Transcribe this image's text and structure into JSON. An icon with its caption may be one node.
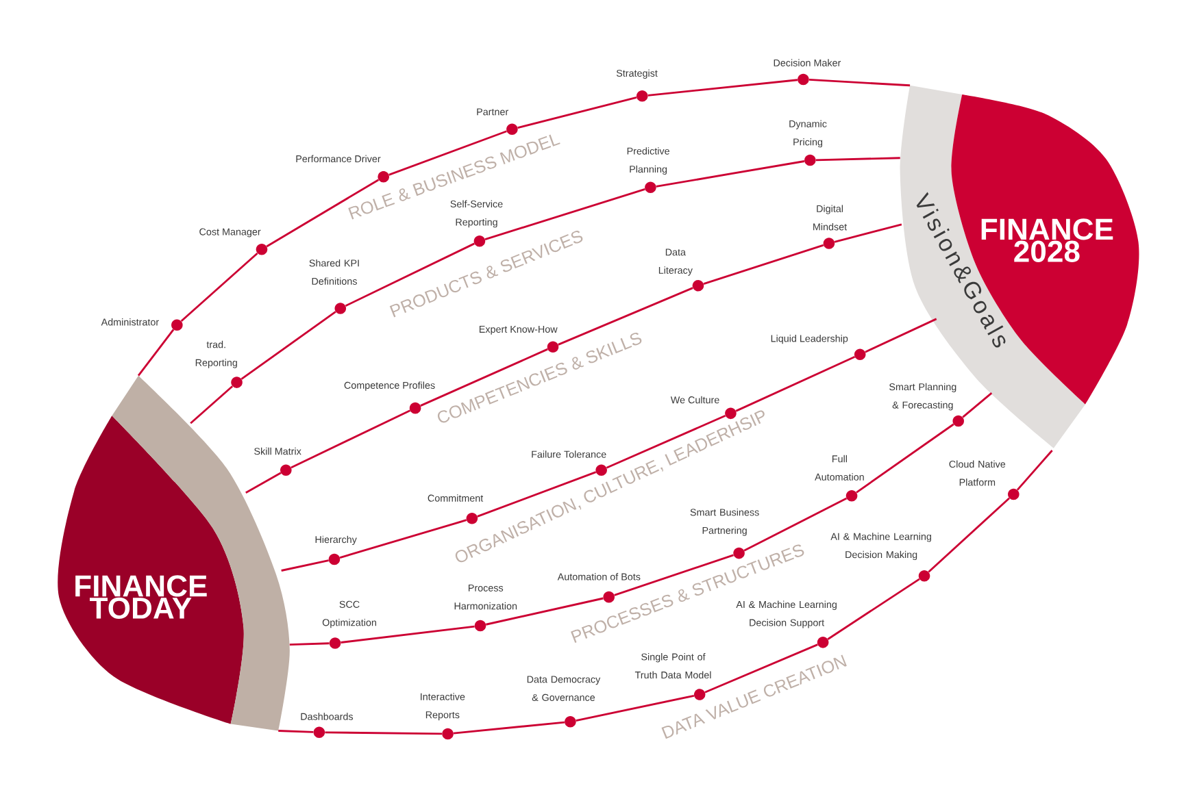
{
  "diagram": {
    "nodes": [
      {
        "text": [
          "FINANCE TODAY"
        ]
      },
      {
        "text": [],
        "shape": "band"
      },
      {
        "text": [
          "Vision&Goals"
        ]
      },
      {
        "text": [
          "FINANCE 2028"
        ]
      },
      {
        "text": [
          "Administrator"
        ]
      },
      {
        "text": [
          "Cost Manager"
        ]
      },
      {
        "text": [
          "Performance Driver"
        ]
      },
      {
        "text": [
          "Partner"
        ]
      },
      {
        "text": [
          "Strategist"
        ]
      },
      {
        "text": [
          "Decision Maker"
        ]
      },
      {
        "text": [
          "trad. Reporting"
        ]
      },
      {
        "text": [
          "Shared KPI Definitions"
        ]
      },
      {
        "text": [
          "Self-Service Reporting"
        ]
      },
      {
        "text": [
          "Predictive Planning"
        ]
      },
      {
        "text": [
          "Dynamic Pricing"
        ]
      },
      {
        "text": [
          "Skill Matrix"
        ]
      },
      {
        "text": [
          "Competence Profiles"
        ]
      },
      {
        "text": [
          "Expert Know-How"
        ]
      },
      {
        "text": [
          "Data Literacy"
        ]
      },
      {
        "text": [
          "Digital Mindset"
        ]
      },
      {
        "text": [
          "Hierarchy"
        ]
      },
      {
        "text": [
          "Commitment"
        ]
      },
      {
        "text": [
          "Failure Tolerance"
        ]
      },
      {
        "text": [
          "We Culture"
        ]
      },
      {
        "text": [
          "Liquid Leadership"
        ]
      },
      {
        "text": [
          "SCC Optimization"
        ]
      },
      {
        "text": [
          "Process Harmonization"
        ]
      },
      {
        "text": [
          "Automation of Bots"
        ]
      },
      {
        "text": [
          "Smart Business Partnering"
        ]
      },
      {
        "text": [
          "Full Automation"
        ]
      },
      {
        "text": [
          "Smart Planning & Forecasting"
        ]
      },
      {
        "text": [
          "Dashboards"
        ]
      },
      {
        "text": [
          "Interactive Reports"
        ]
      },
      {
        "text": [
          "Data Democracy & Governance"
        ]
      },
      {
        "text": [
          "Single Point of Truth Data Model"
        ]
      },
      {
        "text": [
          "AI & Machine Learning Decision Support"
        ]
      },
      {
        "text": [
          "AI & Machine Learning Decision Making"
        ]
      },
      {
        "text": [
          "Cloud Native Platform"
        ]
      }
    ],
    "edges": [
      {
        "from": 1,
        "to": 4,
        "arrow": "none"
      },
      {
        "from": 4,
        "to": 5,
        "arrow": "none"
      },
      {
        "from": 5,
        "to": 6,
        "arrow": "none"
      },
      {
        "from": 6,
        "to": 7,
        "arrow": "none"
      },
      {
        "from": 7,
        "to": 8,
        "arrow": "none"
      },
      {
        "from": 8,
        "to": 9,
        "arrow": "none"
      },
      {
        "from": 9,
        "to": 2,
        "arrow": "none"
      },
      {
        "from": 1,
        "to": 10,
        "arrow": "none"
      },
      {
        "from": 10,
        "to": 11,
        "arrow": "none"
      },
      {
        "from": 11,
        "to": 12,
        "arrow": "none"
      },
      {
        "from": 12,
        "to": 13,
        "arrow": "none"
      },
      {
        "from": 13,
        "to": 14,
        "arrow": "none"
      },
      {
        "from": 14,
        "to": 2,
        "arrow": "none"
      },
      {
        "from": 1,
        "to": 15,
        "arrow": "none"
      },
      {
        "from": 15,
        "to": 16,
        "arrow": "none"
      },
      {
        "from": 16,
        "to": 17,
        "arrow": "none"
      },
      {
        "from": 17,
        "to": 18,
        "arrow": "none"
      },
      {
        "from": 18,
        "to": 19,
        "arrow": "none"
      },
      {
        "from": 19,
        "to": 2,
        "arrow": "none"
      },
      {
        "from": 1,
        "to": 20,
        "arrow": "none"
      },
      {
        "from": 20,
        "to": 21,
        "arrow": "none"
      },
      {
        "from": 21,
        "to": 22,
        "arrow": "none"
      },
      {
        "from": 22,
        "to": 23,
        "arrow": "none"
      },
      {
        "from": 23,
        "to": 24,
        "arrow": "none"
      },
      {
        "from": 24,
        "to": 2,
        "arrow": "none"
      },
      {
        "from": 1,
        "to": 25,
        "arrow": "none"
      },
      {
        "from": 25,
        "to": 26,
        "arrow": "none"
      },
      {
        "from": 26,
        "to": 27,
        "arrow": "none"
      },
      {
        "from": 27,
        "to": 28,
        "arrow": "none"
      },
      {
        "from": 28,
        "to": 29,
        "arrow": "none"
      },
      {
        "from": 29,
        "to": 30,
        "arrow": "none"
      },
      {
        "from": 30,
        "to": 2,
        "arrow": "none"
      },
      {
        "from": 1,
        "to": 31,
        "arrow": "none"
      },
      {
        "from": 31,
        "to": 32,
        "arrow": "none"
      },
      {
        "from": 32,
        "to": 33,
        "arrow": "none"
      },
      {
        "from": 33,
        "to": 34,
        "arrow": "none"
      },
      {
        "from": 34,
        "to": 35,
        "arrow": "none"
      },
      {
        "from": 35,
        "to": 36,
        "arrow": "none"
      },
      {
        "from": 36,
        "to": 37,
        "arrow": "none"
      },
      {
        "from": 37,
        "to": 2,
        "arrow": "none"
      }
    ],
    "labels": [
      "ROLE & BUSINESS MODEL",
      "PRODUCTS & SERVICES",
      "COMPETENCIES & SKILLS",
      "ORGANISATION, CULTURE, LEADERHSIP",
      "PROCESSES & STRUCTURES",
      "DATA VALUE CREATION"
    ]
  }
}
